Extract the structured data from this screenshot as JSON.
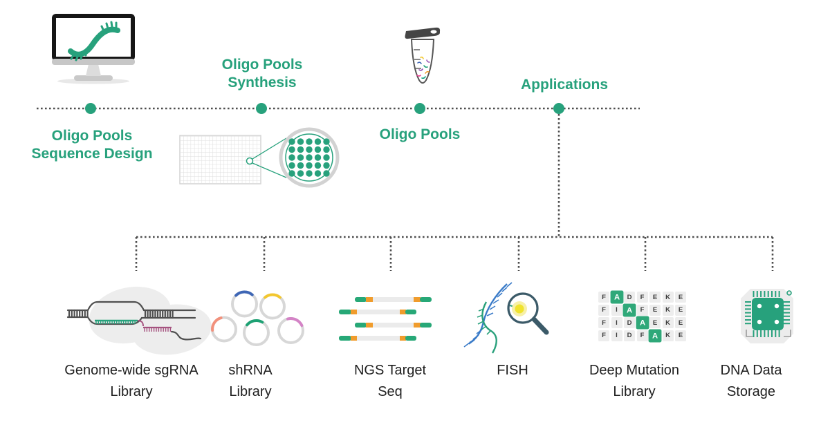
{
  "title": "Oligo Pools workflow and applications diagram",
  "colors": {
    "accent_green": "#27a17c",
    "line_gray": "#4d4d4d",
    "label_black": "#1f1f1f",
    "orange": "#f09c2c",
    "yellow": "#f3c72e",
    "blue": "#3e66b5",
    "salmon": "#f2917c",
    "pink": "#d483c6",
    "magnifier_slate": "#3b5a68",
    "glow_yellow": "#f0e32e"
  },
  "timeline": {
    "milestones": [
      {
        "label": "Oligo Pools\nSequence Design",
        "position": "below"
      },
      {
        "label": "Oligo Pools\nSynthesis",
        "position": "above"
      },
      {
        "label": "Oligo Pools",
        "position": "below"
      },
      {
        "label": "Applications",
        "position": "above"
      }
    ]
  },
  "icons": {
    "monitor": "computer-monitor-with-dna-icon",
    "microarray": "microarray-chip-with-magnified-spots-icon",
    "tube": "microcentrifuge-tube-with-oligos-icon",
    "sgrna": "crispr-dna-bubble-icon",
    "shrna": "plasmid-rings-icon",
    "ngs": "dna-fragment-bars-icon",
    "fish": "dna-helix-with-magnifier-icon",
    "mutation": "amino-acid-letter-grid-icon",
    "storage": "microchip-icon"
  },
  "applications": [
    {
      "label": "Genome-wide sgRNA\nLibrary"
    },
    {
      "label": "shRNA\nLibrary"
    },
    {
      "label": "NGS Target\nSeq"
    },
    {
      "label": "FISH"
    },
    {
      "label": "Deep Mutation\nLibrary",
      "grid": [
        {
          "cells": [
            "F",
            "A",
            "D",
            "F",
            "E",
            "K",
            "E"
          ],
          "highlight": 1
        },
        {
          "cells": [
            "F",
            "I",
            "A",
            "F",
            "E",
            "K",
            "E"
          ],
          "highlight": 2
        },
        {
          "cells": [
            "F",
            "I",
            "D",
            "A",
            "E",
            "K",
            "E"
          ],
          "highlight": 3
        },
        {
          "cells": [
            "F",
            "I",
            "D",
            "F",
            "A",
            "K",
            "E"
          ],
          "highlight": 4
        }
      ]
    },
    {
      "label": "DNA Data\nStorage"
    }
  ]
}
